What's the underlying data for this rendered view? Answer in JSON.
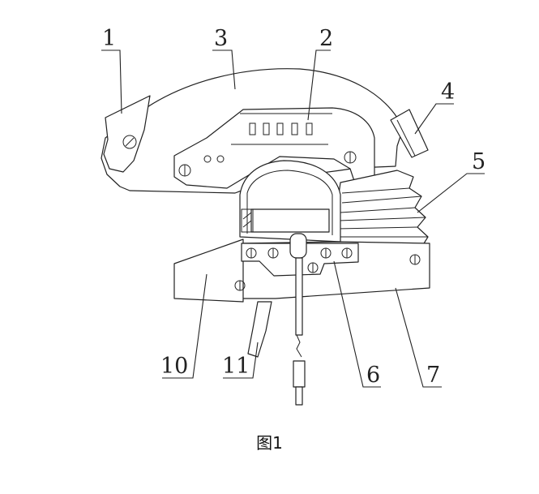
{
  "caption": "图1",
  "callouts": [
    {
      "id": "1",
      "label": "1"
    },
    {
      "id": "2",
      "label": "2"
    },
    {
      "id": "3",
      "label": "3"
    },
    {
      "id": "4",
      "label": "4"
    },
    {
      "id": "5",
      "label": "5"
    },
    {
      "id": "6",
      "label": "6"
    },
    {
      "id": "7",
      "label": "7"
    },
    {
      "id": "10",
      "label": "10"
    },
    {
      "id": "11",
      "label": "11"
    }
  ],
  "colors": {
    "line": "#222222",
    "background": "#ffffff"
  }
}
